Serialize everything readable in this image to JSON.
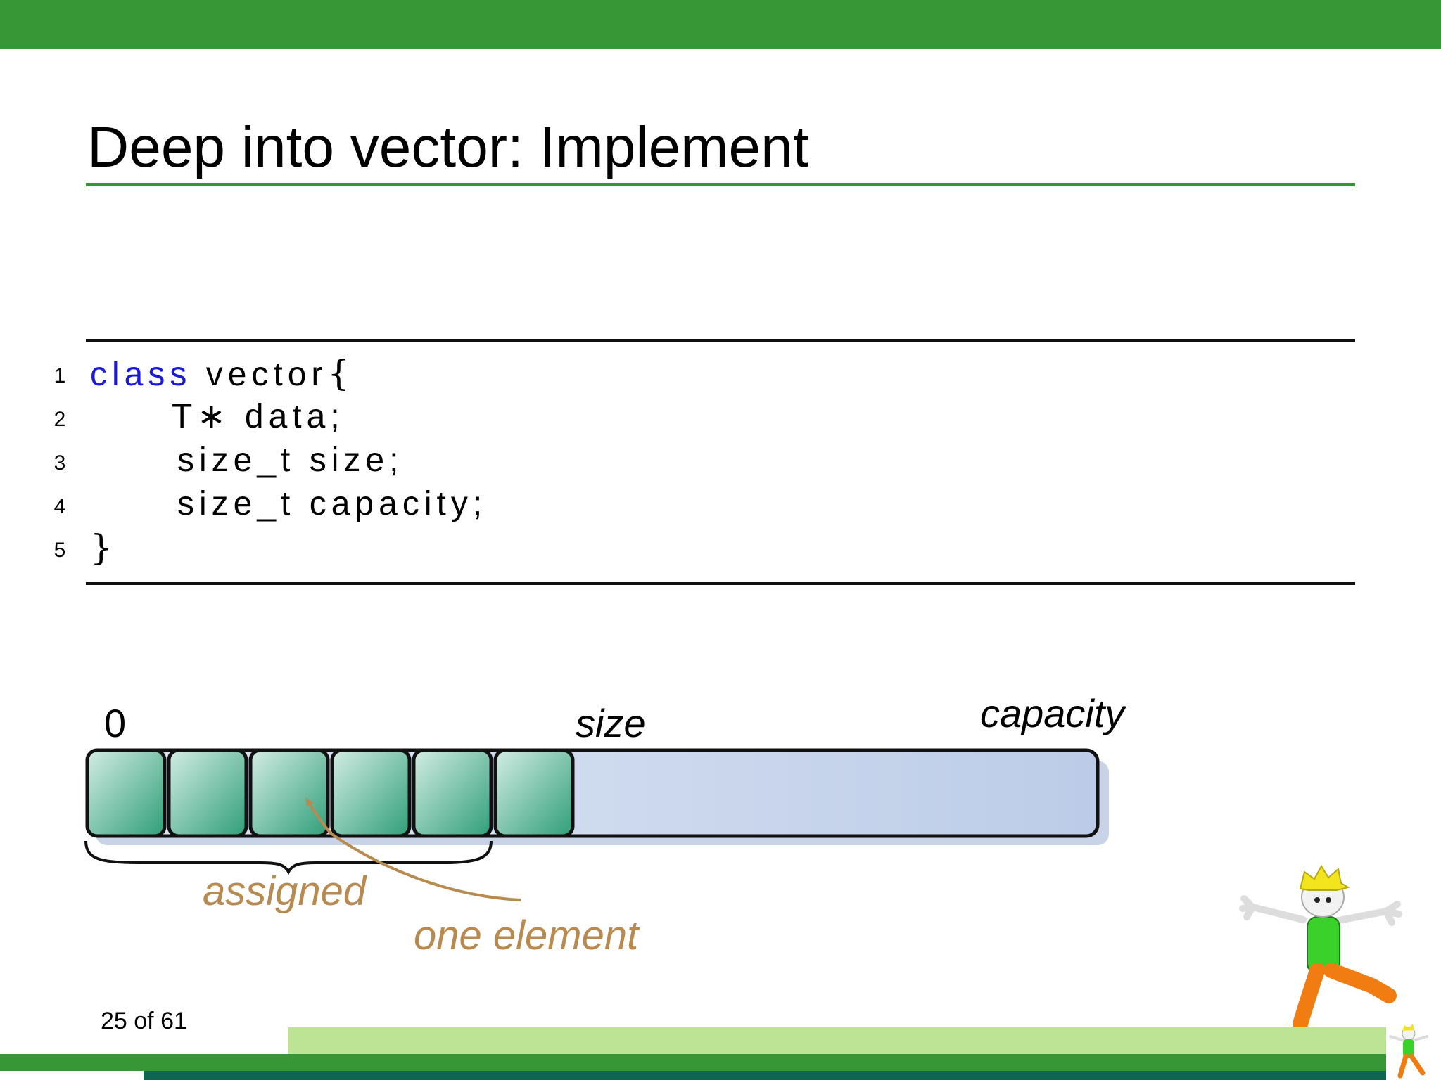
{
  "slide": {
    "title": "Deep into vector: Implement",
    "page_number": "25 of 61"
  },
  "code": {
    "lines": [
      {
        "number": "1",
        "keyword": "class",
        "text": " vector",
        "brace": "{"
      },
      {
        "number": "2",
        "text": "T∗ data;"
      },
      {
        "number": "3",
        "text": "size_t size;"
      },
      {
        "number": "4",
        "text": "size_t capacity;"
      },
      {
        "number": "5",
        "brace": "}"
      }
    ]
  },
  "diagram": {
    "labels": {
      "zero": "0",
      "size": "size",
      "capacity": "capacity",
      "assigned": "assigned",
      "one_element": "one element"
    },
    "assigned_cells": 6,
    "colors": {
      "cell_fill_light": "#d3ede4",
      "cell_fill_dark": "#2f9e78",
      "buffer_fill_light": "#e1e8f4",
      "buffer_fill_dark": "#bccce8",
      "annotation": "#b88a4f"
    }
  },
  "theme": {
    "green": "#379635",
    "light_green": "#bde395",
    "dark_teal": "#0e6650",
    "keyword_blue": "#1a1ad8"
  }
}
